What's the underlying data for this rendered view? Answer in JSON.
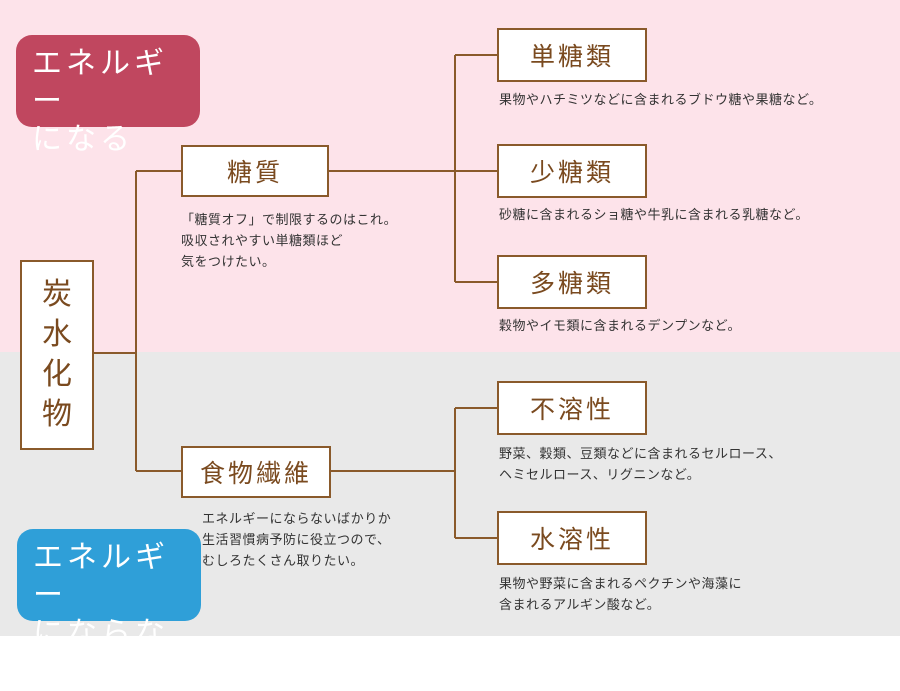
{
  "badges": {
    "energy": "エネルギー\nになる",
    "no_energy": "エネルギー\nにならない"
  },
  "root": {
    "chars": [
      "炭",
      "水",
      "化",
      "物"
    ]
  },
  "branches": {
    "sugar": {
      "label": "糖質",
      "note": "「糖質オフ」で制限するのはこれ。\n吸収されやすい単糖類ほど\n気をつけたい。"
    },
    "fiber": {
      "label": "食物繊維",
      "note": "エネルギーにならないばかりか\n生活習慣病予防に役立つので、\nむしろたくさん取りたい。"
    }
  },
  "leaves": {
    "mono": {
      "label": "単糖類",
      "desc": "果物やハチミツなどに含まれるブドウ糖や果糖など。"
    },
    "oligo": {
      "label": "少糖類",
      "desc": "砂糖に含まれるショ糖や牛乳に含まれる乳糖など。"
    },
    "poly": {
      "label": "多糖類",
      "desc": "穀物やイモ類に含まれるデンプンなど。"
    },
    "insoluble": {
      "label": "不溶性",
      "desc": "野菜、穀類、豆類などに含まれるセルロース、\nヘミセルロース、リグニンなど。"
    },
    "soluble": {
      "label": "水溶性",
      "desc": "果物や野菜に含まれるペクチンや海藻に\n含まれるアルギン酸など。"
    }
  },
  "colors": {
    "line": "#8a5a2b",
    "node_text": "#7a4a1f",
    "energy_badge": "#c0475f",
    "no_energy_badge": "#2f9fd8",
    "top_bg": "#fde3ea",
    "bottom_bg": "#e9e9e9"
  }
}
